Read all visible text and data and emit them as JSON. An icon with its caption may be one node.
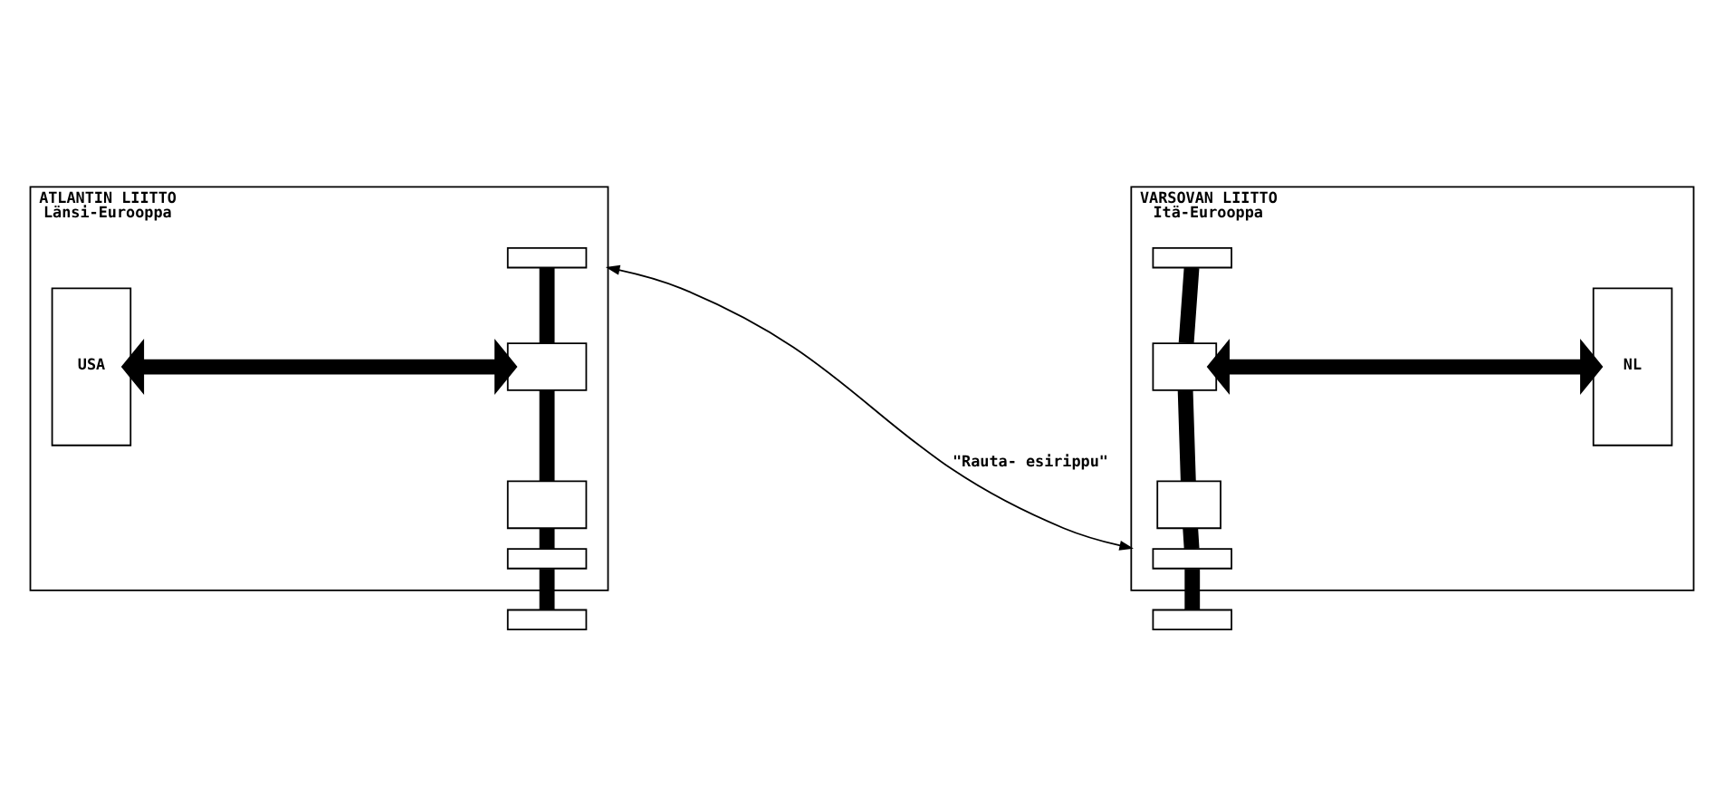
{
  "diagram": {
    "nodes": [
      {
        "text": [
          "ATLANTIN LIITTO",
          "Länsi-Eurooppa"
        ]
      },
      {
        "text": [
          "USA"
        ],
        "in": 0
      },
      {
        "text": [],
        "shape": "box",
        "in": 0
      },
      {
        "text": [],
        "shape": "box",
        "in": 0
      },
      {
        "text": [],
        "shape": "box",
        "in": 0
      },
      {
        "text": [],
        "shape": "box",
        "in": 0
      },
      {
        "text": [],
        "shape": "box"
      },
      {
        "text": [
          "VARSOVAN LIITTO",
          "Itä-Eurooppa"
        ]
      },
      {
        "text": [],
        "shape": "box",
        "in": 7
      },
      {
        "text": [],
        "shape": "box",
        "in": 7
      },
      {
        "text": [],
        "shape": "box",
        "in": 7
      },
      {
        "text": [],
        "shape": "box",
        "in": 7
      },
      {
        "text": [],
        "shape": "box"
      },
      {
        "text": [
          "NL"
        ],
        "in": 7
      }
    ],
    "edges": [
      {
        "from": 1,
        "to": 3,
        "arrow": "both"
      },
      {
        "from": 2,
        "to": 3,
        "arrow": "none"
      },
      {
        "from": 3,
        "to": 4,
        "arrow": "none"
      },
      {
        "from": 4,
        "to": 5,
        "arrow": "none"
      },
      {
        "from": 5,
        "to": 6,
        "arrow": "none"
      },
      {
        "from": 0,
        "to": 7,
        "arrow": "both",
        "label": "\"Rauta- esirippu\""
      },
      {
        "from": 8,
        "to": 9,
        "arrow": "none"
      },
      {
        "from": 9,
        "to": 10,
        "arrow": "none"
      },
      {
        "from": 10,
        "to": 11,
        "arrow": "none"
      },
      {
        "from": 11,
        "to": 12,
        "arrow": "none"
      },
      {
        "from": 9,
        "to": 13,
        "arrow": "both"
      }
    ]
  }
}
